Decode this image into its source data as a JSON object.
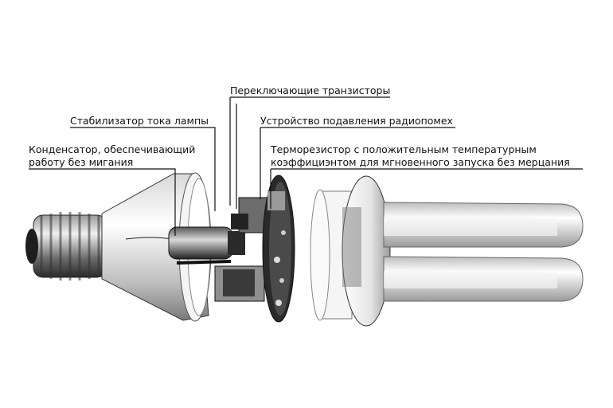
{
  "labels": {
    "switching_transistors": "Переключающие транзисторы",
    "rfi_suppressor": "Устройство подавления радиопомех",
    "lamp_ballast": "Стабилизатор тока лампы",
    "capacitor_line1": "Конденсатор, обеспечивающий",
    "capacitor_line2": "работу без мигания",
    "thermistor_line1": "Терморезистор с положительным температурным",
    "thermistor_line2": "коэффициэнтом для мгновенного запуска без мерцания"
  }
}
